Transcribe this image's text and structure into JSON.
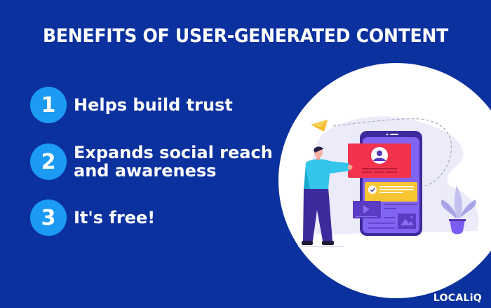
{
  "title": "BENEFITS OF USER-GENERATED CONTENT",
  "benefits": [
    {
      "number": "1",
      "label": "Helps build trust"
    },
    {
      "number": "2",
      "label_line1": "Expands social reach",
      "label_line2": "and awareness"
    },
    {
      "number": "3",
      "label": "It's free!"
    }
  ],
  "brand": "LOCALiQ",
  "colors": {
    "background": "#0b319e",
    "number_badge": "#1c9bf4",
    "text": "#ffffff",
    "illustration_circle": "#ffffff",
    "phone": "#7b5cf0",
    "phone_frame": "#3e2a9c",
    "profile_card": "#f2334e",
    "check_card": "#f7c531",
    "shirt": "#33c6ea",
    "pants": "#3d2a9c",
    "paper_plane": "#f7b928"
  },
  "illustration": {
    "icons": [
      "paper-plane-icon",
      "profile-avatar-icon",
      "check-icon",
      "video-play-icon",
      "image-icon",
      "plant-icon"
    ]
  }
}
